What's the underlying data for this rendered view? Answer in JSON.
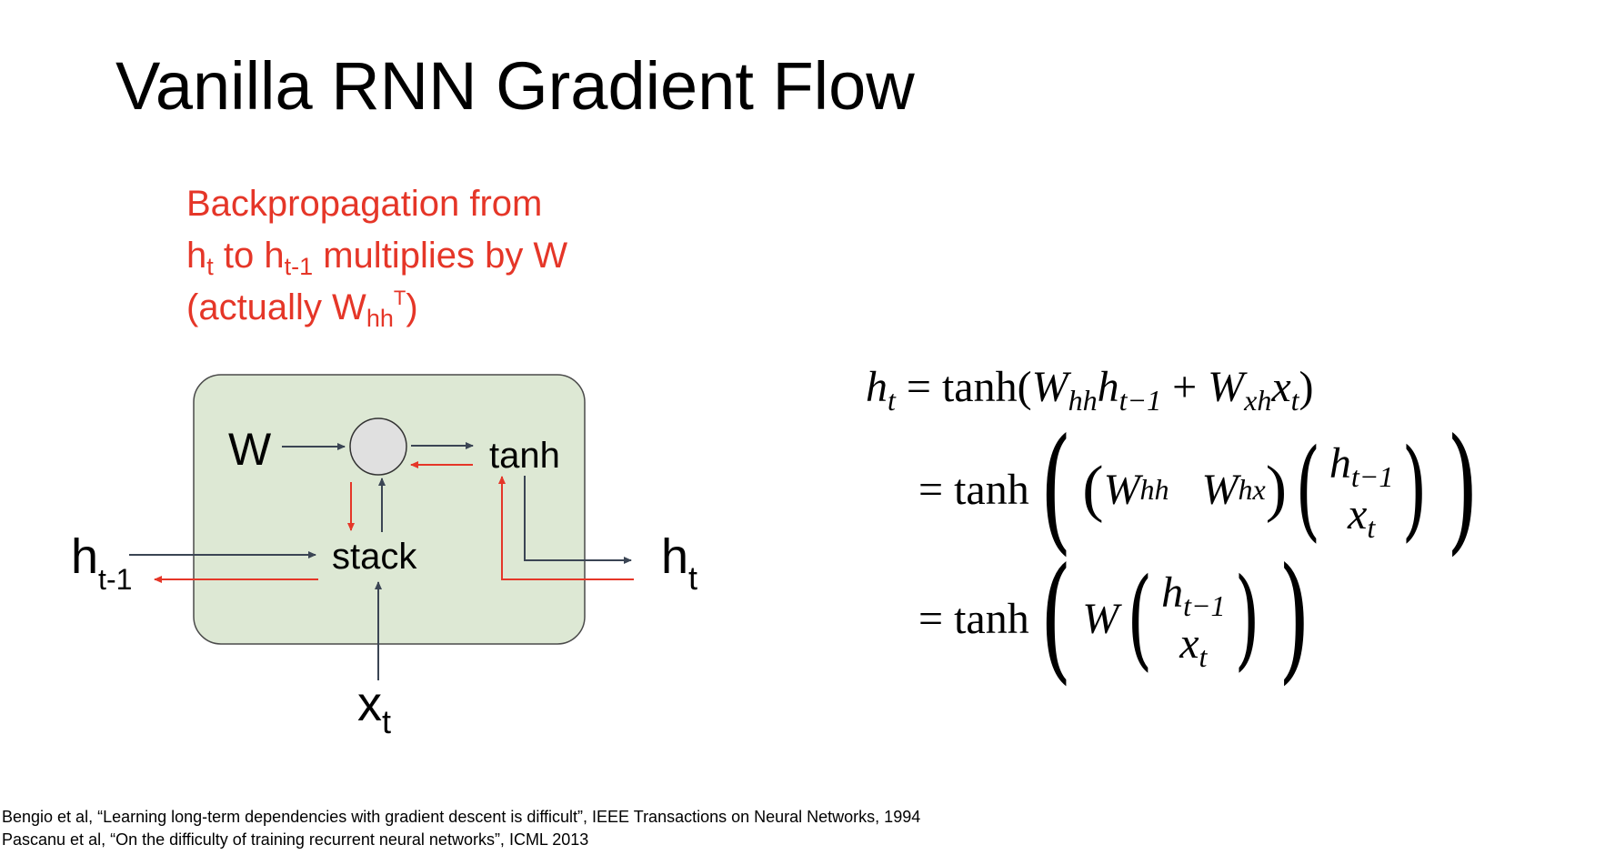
{
  "slide": {
    "title": "Vanilla RNN Gradient Flow"
  },
  "note": {
    "line1": "Backpropagation from",
    "l2_h": "h",
    "l2_t": "t",
    "l2_to": " to h",
    "l2_t1": "t-1",
    "l2_rest": " multiplies by W",
    "l3_pre": "(actually W",
    "l3_hh": "hh",
    "l3_T": "T",
    "l3_post": ")"
  },
  "diagram": {
    "W": "W",
    "tanh": "tanh",
    "stack": "stack",
    "h_prev": "h",
    "h_prev_sub": "t-1",
    "h_t": "h",
    "h_t_sub": "t",
    "x_t": "x",
    "x_t_sub": "t",
    "colors": {
      "box_fill": "#dde8d4",
      "box_stroke": "#4a4a4a",
      "forward": "#3b4554",
      "backward": "#e53628",
      "node_fill": "#e0e0e0"
    }
  },
  "equations": {
    "h": "h",
    "t": "t",
    "eq": "=",
    "tanh": "tanh",
    "W": "W",
    "hh": "hh",
    "xh": "xh",
    "hx": "hx",
    "t_minus_1": "t−1",
    "x": "x",
    "plus": "+"
  },
  "references": [
    "Bengio et al, “Learning long-term dependencies with gradient descent is difficult”, IEEE Transactions on Neural Networks, 1994",
    "Pascanu et al, “On the difficulty of training recurrent neural networks”, ICML 2013"
  ]
}
